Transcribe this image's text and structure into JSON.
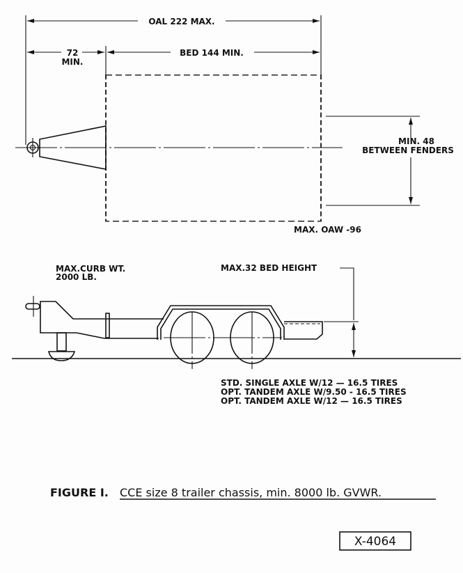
{
  "plan_view": {
    "oal_label": "OAL 222 MAX.",
    "tongue_label_value": "72",
    "tongue_label_unit": "MIN.",
    "bed_label": "BED 144 MIN.",
    "fender_label_line1": "MIN. 48",
    "fender_label_line2": "BETWEEN FENDERS",
    "oaw_label": "MAX. OAW -96"
  },
  "side_view": {
    "curb_weight_line1": "MAX.CURB WT.",
    "curb_weight_line2": "2000 LB.",
    "bed_height_label": "MAX.32 BED HEIGHT",
    "tire_options": [
      "STD. SINGLE AXLE W/12 — 16.5 TIRES",
      "OPT. TANDEM AXLE W/9.50 - 16.5 TIRES",
      "OPT. TANDEM AXLE W/12 — 16.5 TIRES"
    ]
  },
  "caption": {
    "prefix": "FIGURE I.",
    "text": "CCE size 8 trailer chassis, min. 8000 lb. GVWR."
  },
  "drawing_number": "X-4064"
}
